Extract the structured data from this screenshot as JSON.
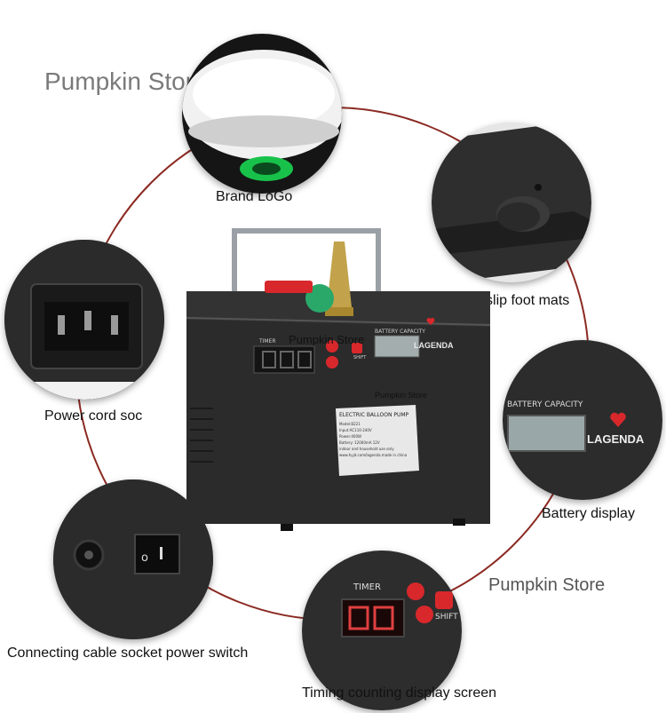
{
  "watermarks": {
    "top_left": "Pumpkin Store",
    "on_device_top": "Pumpkin Store",
    "on_device_mid": "Pumpkin Store",
    "bottom_right": "Pumpkin Store"
  },
  "labels": {
    "brand_logo": "Brand LoGo",
    "anti_slip": "Anti slip foot mats",
    "power_cord": "Power cord soc",
    "battery_display": "Battery display",
    "connecting": "Connecting cable socket power switch",
    "timing": "Timing counting display screen"
  },
  "device": {
    "battery_capacity": "BATTERY CAPACITY",
    "brand": "LAGENDA",
    "timer": "TIMER",
    "shift": "SHIFT",
    "sticker_title": "ELECTRIC BALLOON PUMP",
    "sticker_lines": [
      "Model:B221",
      "Input:AC110-240V",
      "Power:400W",
      "Battery: 12000mA 12V",
      "indoor and household use only",
      "www.hyjd.com/lagenda.made in china"
    ]
  },
  "callouts": {
    "battery_capacity": "BATTERY CAPACITY",
    "brand": "LAGENDA",
    "timer": "TIMER",
    "shift": "SHIFT"
  },
  "colors": {
    "ring": "#8b2a22",
    "device_body": "#2b2b2b",
    "accent_red": "#d8282c",
    "button_green": "#2aa86a"
  }
}
